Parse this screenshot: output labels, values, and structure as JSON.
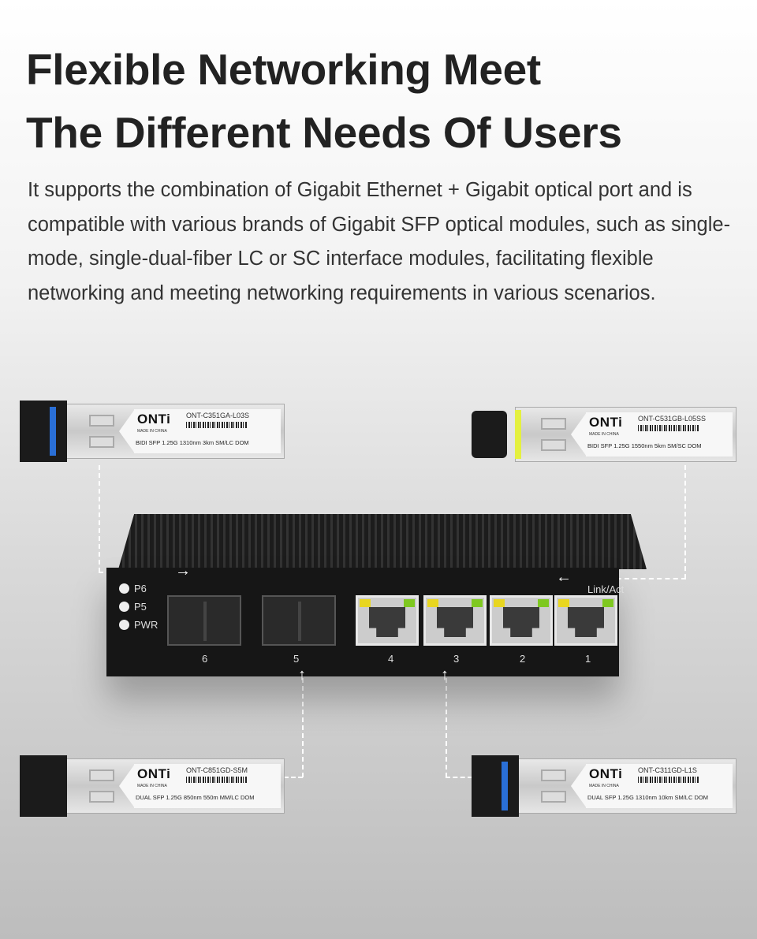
{
  "heading": {
    "line1": "Flexible Networking Meet",
    "line2": "The Different Needs Of Users"
  },
  "description": "It supports the combination of Gigabit Ethernet + Gigabit optical port and is compatible with various brands of Gigabit SFP optical modules, such as single-mode, single-dual-fiber LC or SC interface modules, facilitating flexible networking and meeting networking requirements in various scenarios.",
  "switch": {
    "leds": [
      "P6",
      "P5",
      "PWR"
    ],
    "link_act": "Link/Act",
    "ports": [
      "6",
      "5",
      "4",
      "3",
      "2",
      "1"
    ]
  },
  "modules": [
    {
      "brand": "ONTi",
      "made": "MADE IN CHINA",
      "part": "ONT-C351GA-L03S",
      "spec": "BIDI  SFP  1.25G  1310nm  3km  SM/LC  DOM",
      "bail_color": "#2a6fd6"
    },
    {
      "brand": "ONTi",
      "made": "MADE IN CHINA",
      "part": "ONT-C531GB-L05SS",
      "spec": "BIDI  SFP  1.25G  1550nm  5km  SM/SC  DOM",
      "bail_color": "#e4f040"
    },
    {
      "brand": "ONTi",
      "made": "MADE IN CHINA",
      "part": "ONT-C851GD-S5M",
      "spec": "DUAL  SFP  1.25G  850nm  550m  MM/LC  DOM",
      "bail_color": "#1b1b1b"
    },
    {
      "brand": "ONTi",
      "made": "MADE IN CHINA",
      "part": "ONT-C311GD-L1S",
      "spec": "DUAL  SFP  1.25G  1310nm  10km  SM/LC  DOM",
      "bail_color": "#2a6fd6"
    }
  ]
}
